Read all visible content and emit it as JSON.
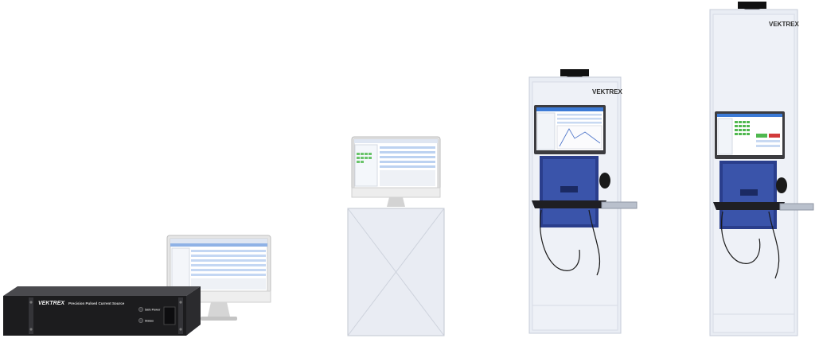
{
  "brand": "VEKTREX",
  "rack_unit": {
    "model_label": "Precision Pulsed Current Source",
    "led_labels": [
      "Safe Power",
      "Status"
    ]
  },
  "cabinet_small": {
    "brand": "VEKTREX"
  },
  "cabinet_large": {
    "brand": "VEKTREX"
  },
  "colors": {
    "cabinet_body": "#e9edf4",
    "rack_body": "#1c1c1e",
    "screen_blue": "#3c7ad6",
    "kvm_blue": "#2a3e8c",
    "status_green": "#4fb84f",
    "status_red": "#d23a3a"
  }
}
